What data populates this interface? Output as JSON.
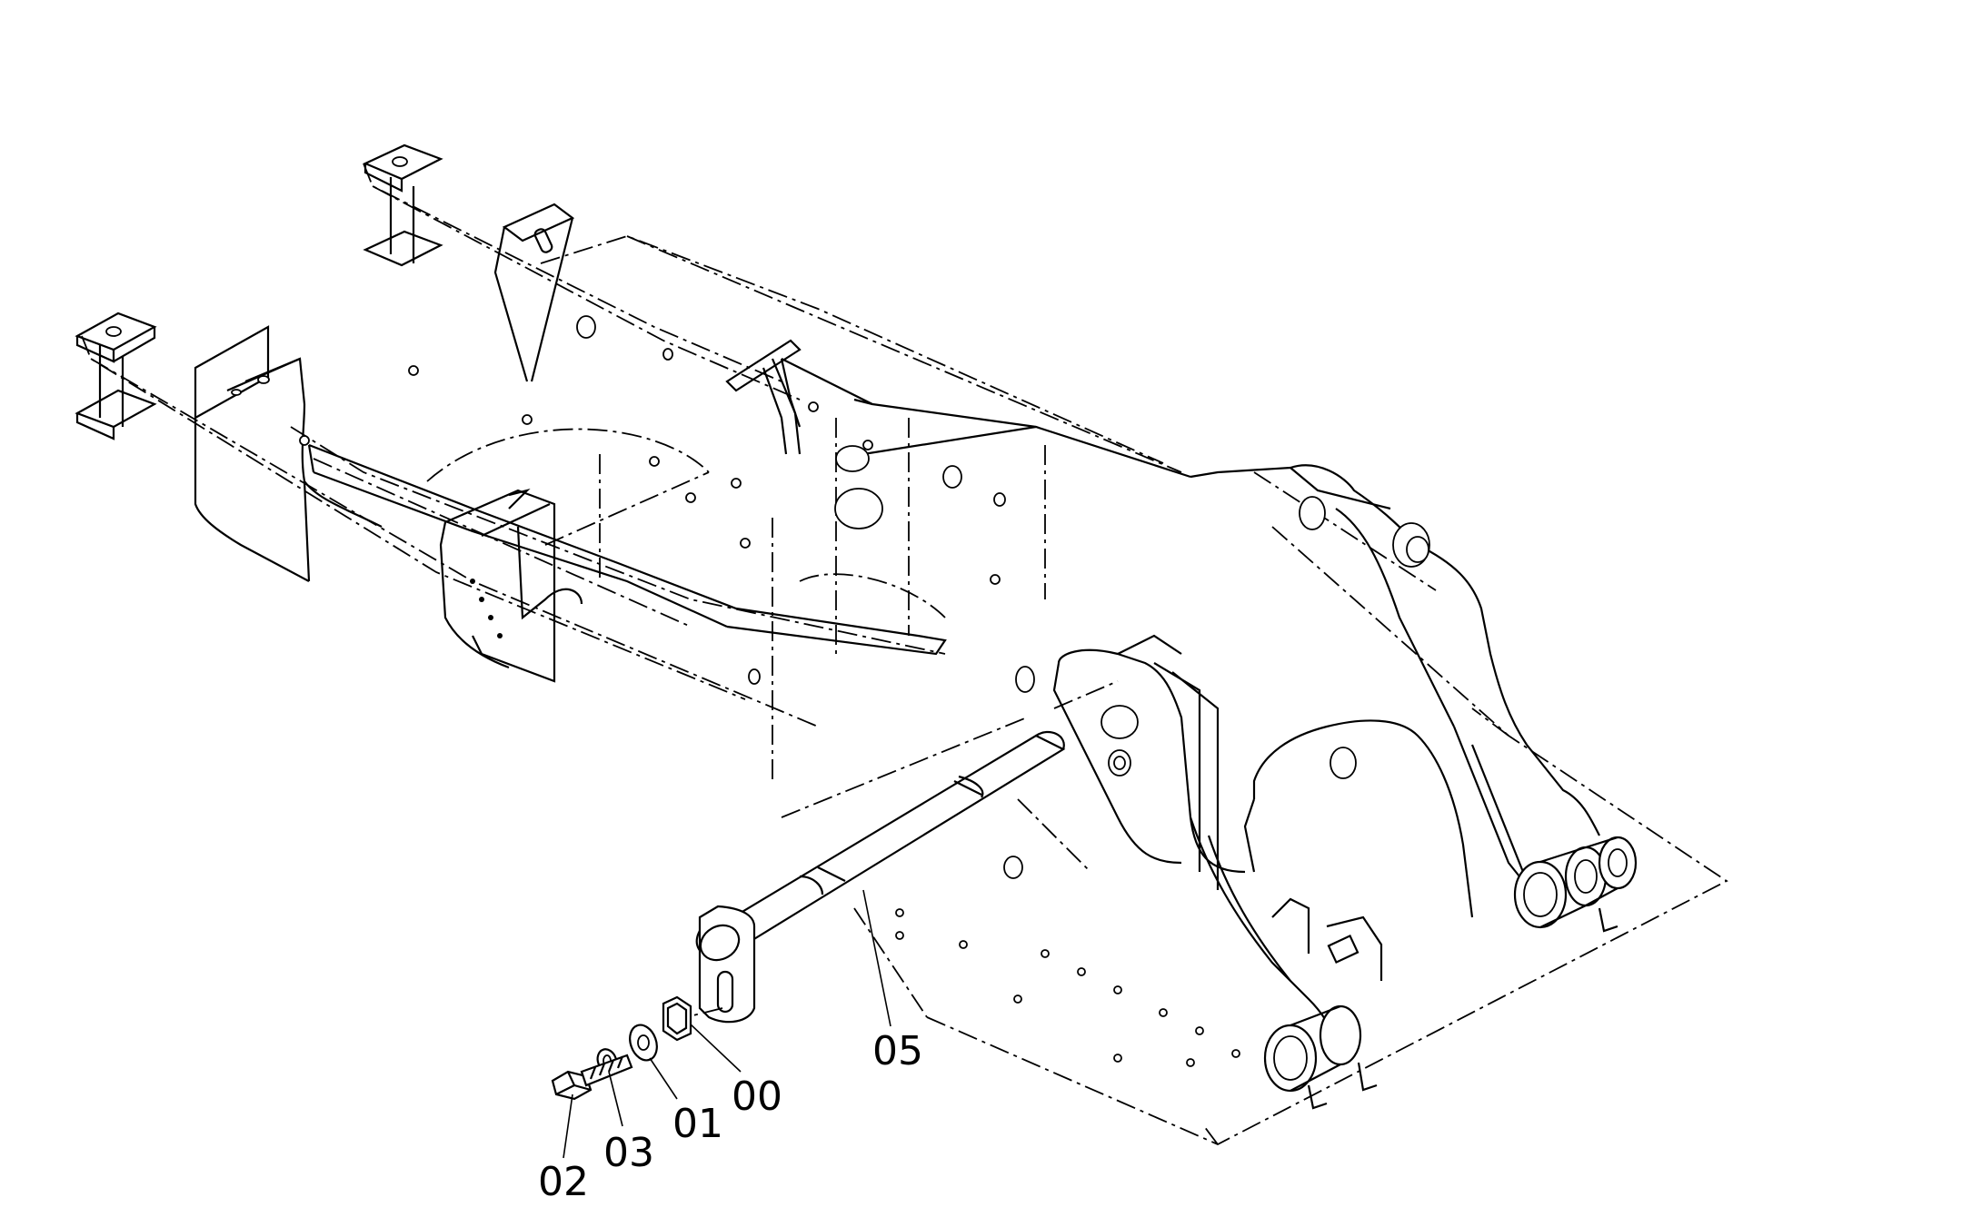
{
  "diagram": {
    "callouts": [
      {
        "id": "c00",
        "text": "00"
      },
      {
        "id": "c01",
        "text": "01"
      },
      {
        "id": "c02",
        "text": "02"
      },
      {
        "id": "c03",
        "text": "03"
      },
      {
        "id": "c05",
        "text": "05"
      }
    ]
  }
}
